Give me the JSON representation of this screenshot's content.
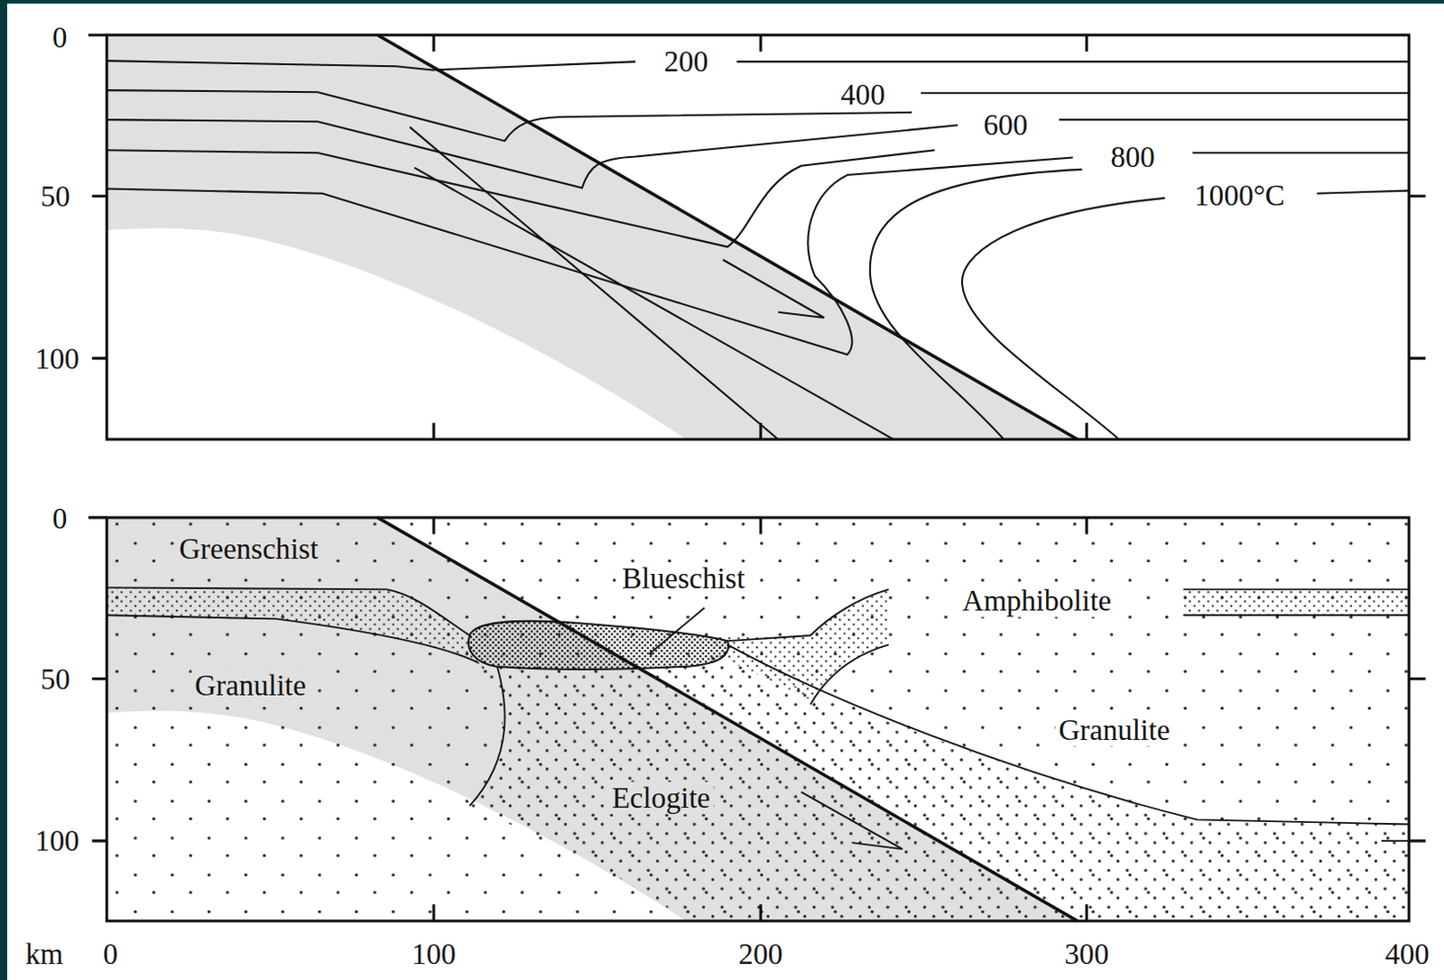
{
  "diagram": {
    "labels": [
      "0",
      "50",
      "100",
      "200",
      "400",
      "600",
      "800",
      "1000°C",
      "0",
      "Greenschist",
      "Blueschist",
      "Amphibolite",
      "50",
      "Granulite",
      "Granulite",
      "Eclogite",
      "100",
      "km",
      "0",
      "100",
      "200",
      "300",
      "400"
    ]
  }
}
